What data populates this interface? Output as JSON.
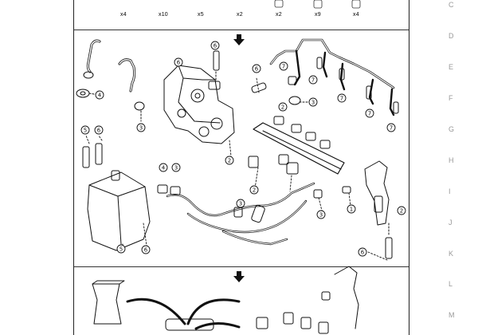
{
  "side_letters": [
    "C",
    "D",
    "E",
    "F",
    "G",
    "H",
    "I",
    "J",
    "K",
    "L",
    "M"
  ],
  "quantities": [
    "x4",
    "x10",
    "x5",
    "x2",
    "x2",
    "x9",
    "x4"
  ],
  "callouts": {
    "c1": "1",
    "c2": "2",
    "c3": "3",
    "c4": "4",
    "c5": "5",
    "c6": "6",
    "c7": "7"
  }
}
